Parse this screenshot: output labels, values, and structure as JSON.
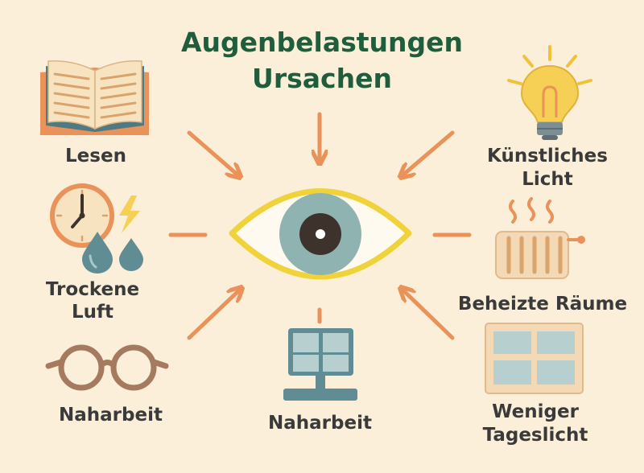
{
  "title_line1": "Augenbelastungen",
  "title_line2": "Ursachen",
  "causes": {
    "reading": "Lesen",
    "artificial_light_line1": "Künstliches",
    "artificial_light_line2": "Licht",
    "dry_air_line1": "Trockene",
    "dry_air_line2": "Luft",
    "heated_rooms": "Beheizte Räume",
    "near_work_glasses": "Naharbeit",
    "near_work_computer": "Naharbeit",
    "less_daylight_line1": "Weniger",
    "less_daylight_line2": "Tageslicht"
  },
  "colors": {
    "title": "#1f5e3c",
    "arrow": "#e9925a",
    "eye_outline": "#f0d23a",
    "iris": "#8fb3b0"
  }
}
